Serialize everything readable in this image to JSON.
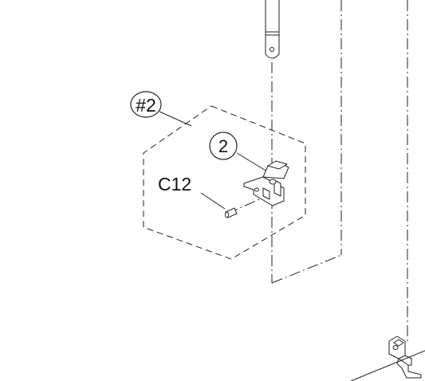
{
  "labels": {
    "assembly_ref": "#2",
    "part_number": "2",
    "part_code": "C12"
  },
  "colors": {
    "line": "#222222",
    "background": "#ffffff"
  }
}
